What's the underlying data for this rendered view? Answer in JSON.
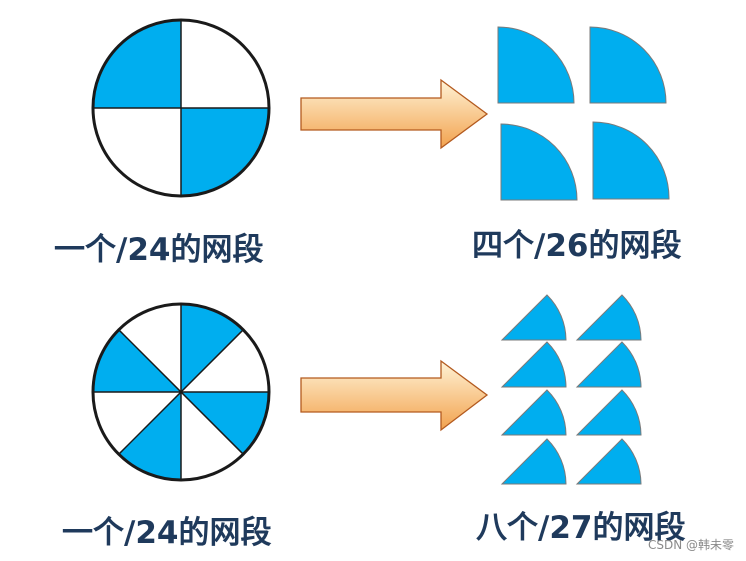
{
  "colors": {
    "blue_fill": "#00aeef",
    "slice_outline": "#1a1a1a",
    "piece_outline": "#7a7a7a",
    "arrow_light": "#fff3d6",
    "arrow_dark": "#f2a24e",
    "arrow_outline": "#b35a1f",
    "caption": "#1f3a5c"
  },
  "rows": [
    {
      "whole_label": "一个/24的网段",
      "parts_label": "四个/26的网段",
      "part_count": 4
    },
    {
      "whole_label": "一个/24的网段",
      "parts_label": "八个/27的网段",
      "part_count": 8
    }
  ],
  "watermark": "CSDN @韩未零"
}
